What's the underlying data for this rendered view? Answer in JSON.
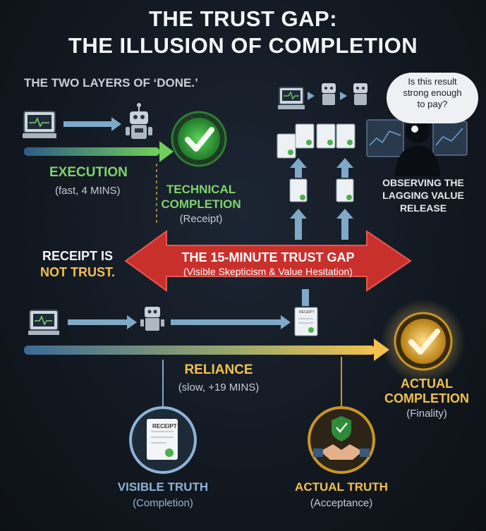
{
  "title": {
    "line1": "THE TRUST GAP:",
    "line2": "THE ILLUSION OF COMPLETION"
  },
  "subtitle": "THE TWO LAYERS OF ‘DONE.’",
  "execution": {
    "label": "EXECUTION",
    "detail": "(fast, 4 MINS)"
  },
  "technical": {
    "line1": "TECHNICAL",
    "line2": "COMPLETION",
    "detail": "(Receipt)"
  },
  "gap": {
    "title": "THE 15-MINUTE TRUST GAP",
    "detail": "(Visible Skepticism & Value Hesitation)"
  },
  "receipt_note": {
    "line1": "RECEIPT IS",
    "line2": "NOT TRUST."
  },
  "bubble": {
    "line1": "Is this result",
    "line2": "strong enough",
    "line3": "to pay?"
  },
  "observer": {
    "line1": "OBSERVING THE",
    "line2": "LAGGING VALUE",
    "line3": "RELEASE"
  },
  "reliance": {
    "label": "RELIANCE",
    "detail": "(slow, +19 MINS)"
  },
  "actual_completion": {
    "line1": "ACTUAL",
    "line2": "COMPLETION",
    "detail": "(Finality)"
  },
  "visible_truth": {
    "label": "VISIBLE TRUTH",
    "detail": "(Completion)",
    "receipt_text": "RECEIPT"
  },
  "actual_truth": {
    "label": "ACTUAL TRUTH",
    "detail": "(Acceptance)"
  },
  "small_receipt_text": "RECEIPT",
  "colors": {
    "green": "#7fd46b",
    "gold": "#f2c14e",
    "red": "#c9302c",
    "blue": "#8fb3d6",
    "arrow_blue": "#7fa9c9"
  }
}
